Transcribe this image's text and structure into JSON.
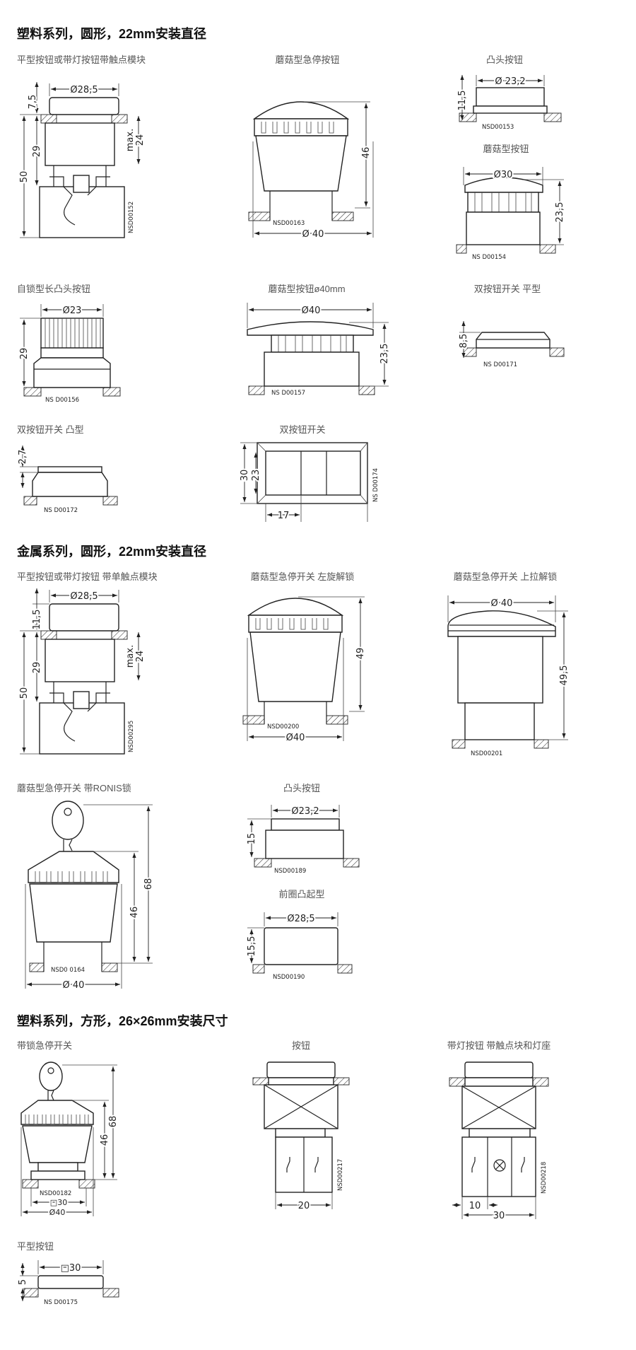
{
  "s1": {
    "title": "塑料系列，圆形，22mm安装直径",
    "p1": {
      "title": "平型按钮或带灯按钮带触点模块",
      "dims": [
        "Ø28,5",
        "7,5",
        "29",
        "50",
        "max.",
        "24"
      ],
      "code": "NSD00152"
    },
    "p2": {
      "title": "蘑菇型急停按钮",
      "dims": [
        "46",
        "Ø 40"
      ],
      "code": "NSD00163"
    },
    "p3": {
      "title": "凸头按钮",
      "dims": [
        "Ø 23,2",
        "11,5"
      ],
      "code": "NSD00153"
    },
    "p4": {
      "title": "蘑菇型按钮",
      "dims": [
        "Ø30",
        "23,5"
      ],
      "code": "NS D00154"
    },
    "p5": {
      "title": "自锁型长凸头按钮",
      "dims": [
        "Ø23",
        "29"
      ],
      "code": "NS D00156"
    },
    "p6": {
      "title": "蘑菇型按钮ø40mm",
      "dims": [
        "Ø40",
        "23,5"
      ],
      "code": "NS D00157"
    },
    "p7": {
      "title": "双按钮开关 平型",
      "dims": [
        "8,5"
      ],
      "code": "NS D00171"
    },
    "p8": {
      "title": "双按钮开关 凸型",
      "dims": [
        "2,7"
      ],
      "code": "NS D00172"
    },
    "p9": {
      "title": "双按钮开关",
      "dims": [
        "30",
        "23",
        "17"
      ],
      "code": "NS D00174"
    }
  },
  "s2": {
    "title": "金属系列，圆形，22mm安装直径",
    "p1": {
      "title": "平型按钮或带灯按钮 带单触点模块",
      "dims": [
        "Ø28,5",
        "11,5",
        "29",
        "50",
        "max.",
        "24"
      ],
      "code": "NSD00295"
    },
    "p2": {
      "title": "蘑菇型急停开关 左旋解锁",
      "dims": [
        "49",
        "Ø40"
      ],
      "code": "NSD00200"
    },
    "p3": {
      "title": "蘑菇型急停开关 上拉解锁",
      "dims": [
        "Ø 40",
        "49,5"
      ],
      "code": "NSD00201"
    },
    "p4": {
      "title": "蘑菇型急停开关 带RONIS锁",
      "dims": [
        "46",
        "68",
        "Ø 40"
      ],
      "code": "NSD0 0164"
    },
    "p5": {
      "title": "凸头按钮",
      "dims": [
        "Ø23,2",
        "15"
      ],
      "code": "NSD00189"
    },
    "p6": {
      "title": "前圈凸起型",
      "dims": [
        "Ø28,5",
        "15,5"
      ],
      "code": "NSD00190"
    }
  },
  "s3": {
    "title": "塑料系列，方形，26×26mm安装尺寸",
    "p1": {
      "title": "带锁急停开关",
      "dims": [
        "46",
        "68",
        "□30",
        "Ø40"
      ],
      "code": "NSD00182"
    },
    "p2": {
      "title": "按钮",
      "dims": [
        "20"
      ],
      "code": "NSD00217"
    },
    "p3": {
      "title": "带灯按钮 带触点块和灯座",
      "dims": [
        "10",
        "30"
      ],
      "code": "NSD00218"
    },
    "p4": {
      "title": "平型按钮",
      "dims": [
        "□30",
        "5"
      ],
      "code": "NS D00175"
    }
  }
}
